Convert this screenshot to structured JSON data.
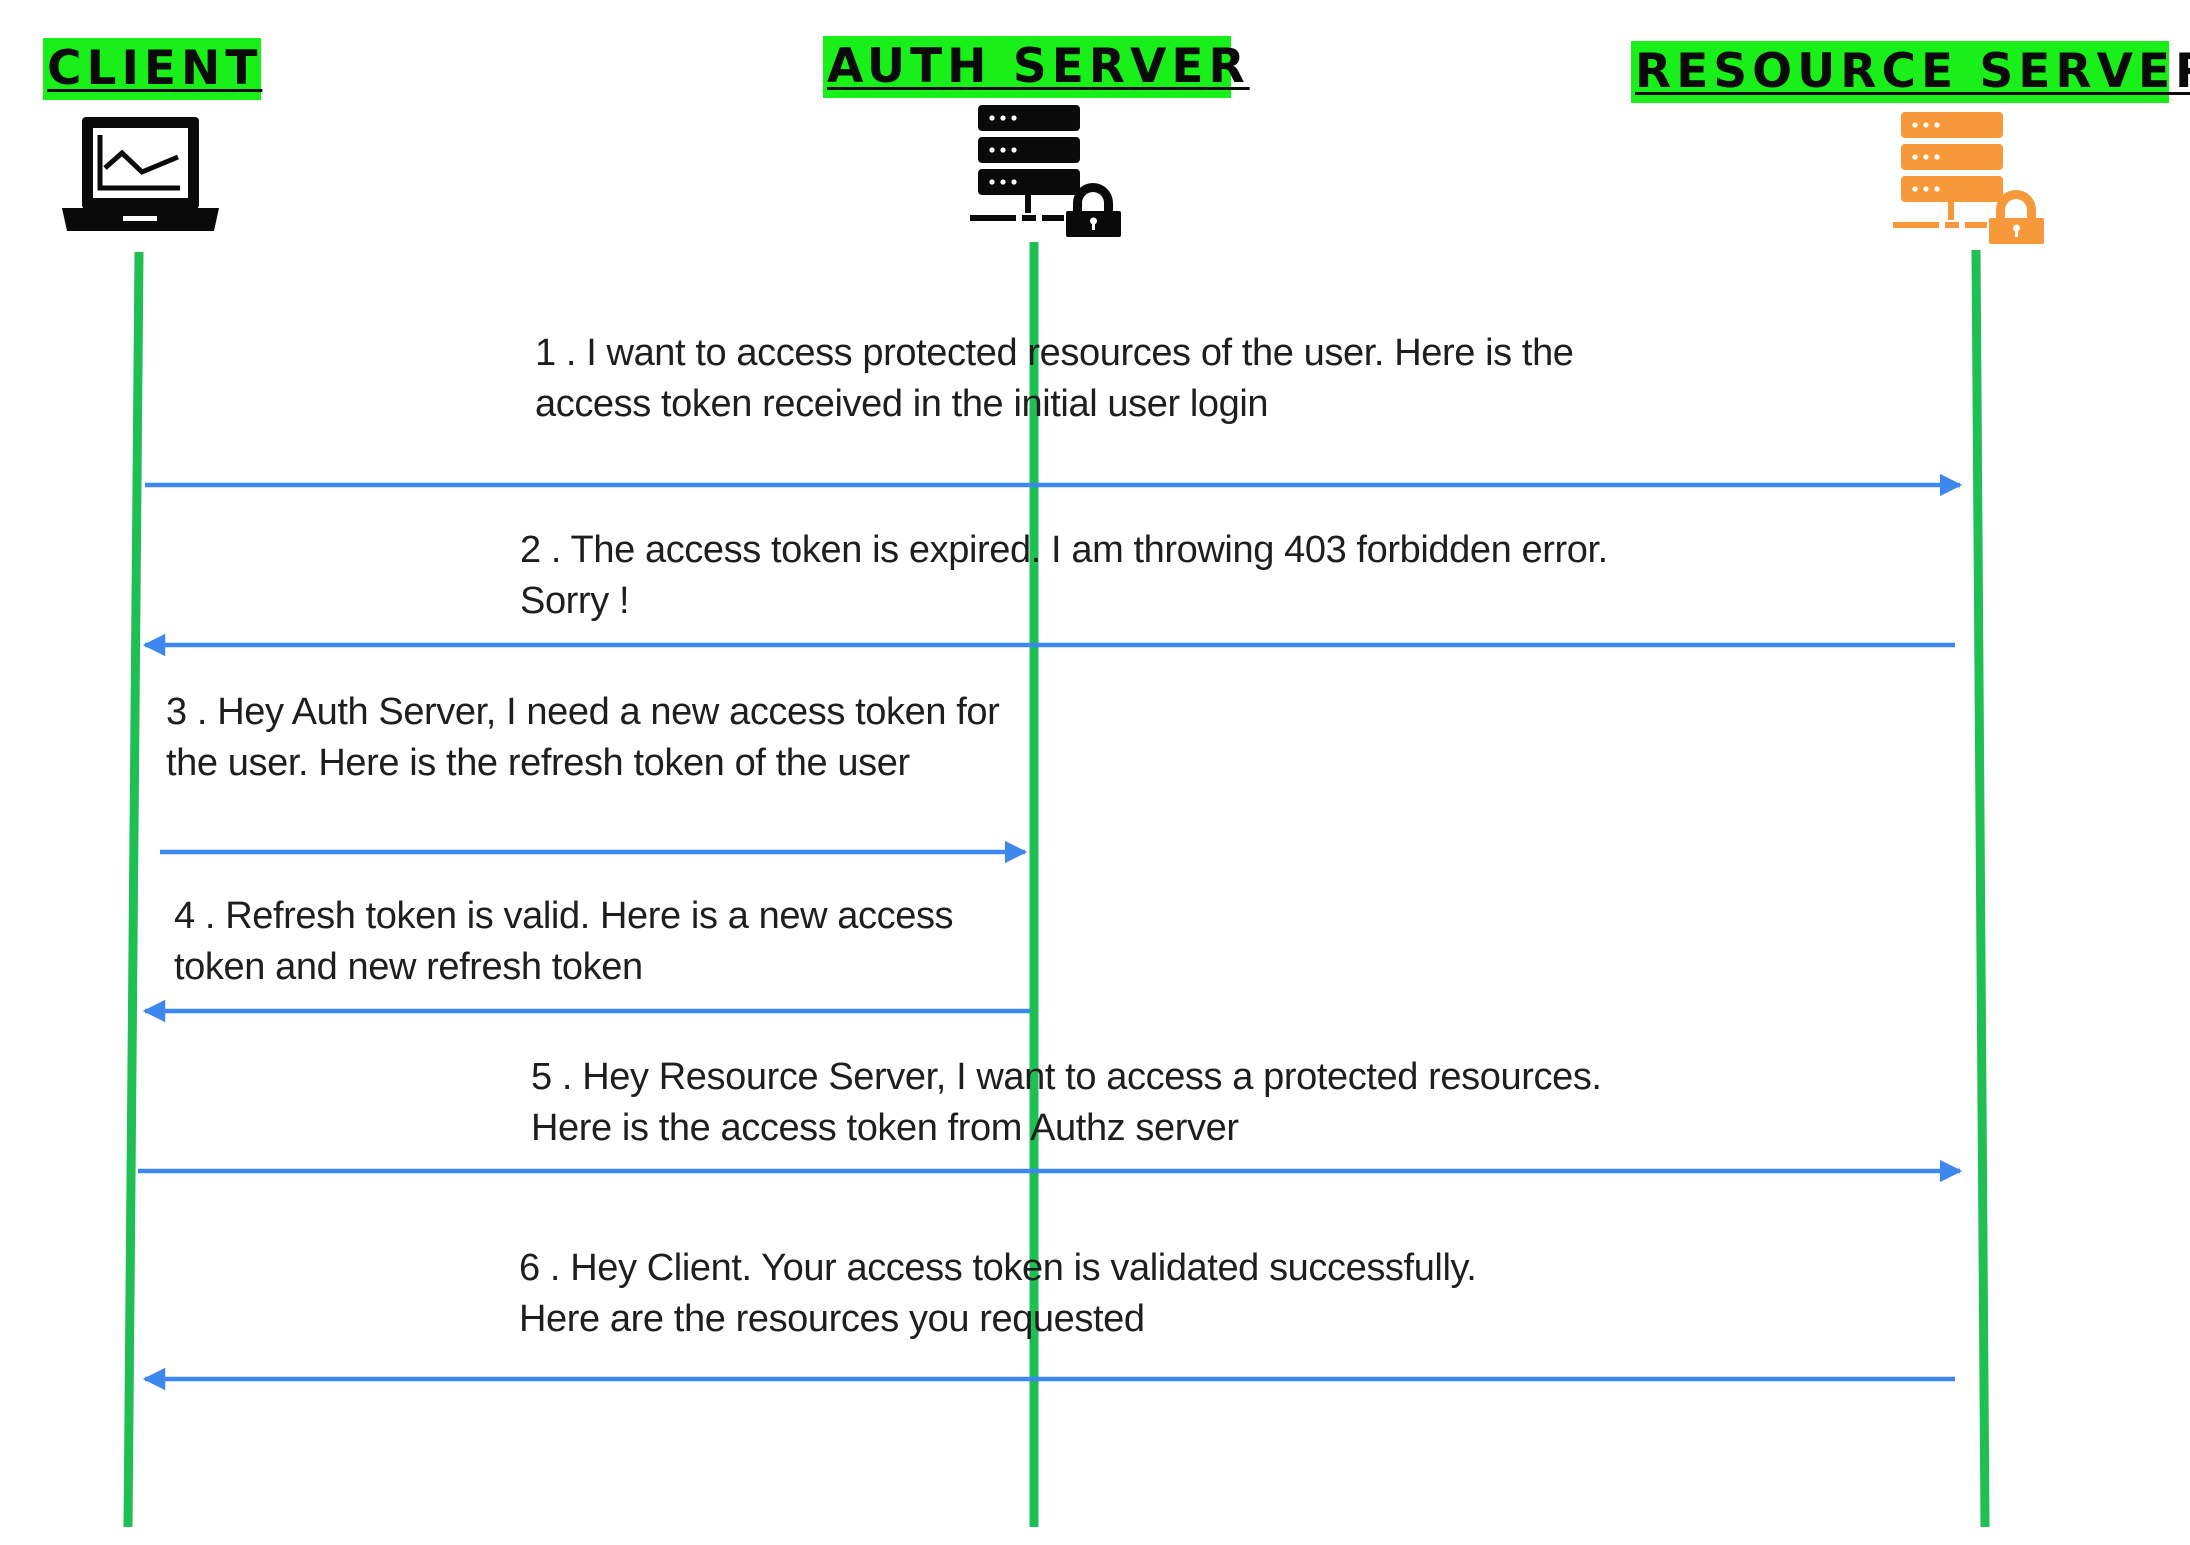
{
  "colors": {
    "lifeline": "#1fbf54",
    "label_bg": "#19f019",
    "arrow": "#3d87ee",
    "auth_icon": "#0a0a0a",
    "resource_icon": "#f7993a",
    "text": "#1e1e1e"
  },
  "actors": {
    "client": {
      "label": "CLIENT",
      "icon": "laptop-chart-icon"
    },
    "auth_server": {
      "label": "AUTH SERVER",
      "icon": "server-lock-icon"
    },
    "resource_server": {
      "label": "RESOURCE SERVER",
      "icon": "server-lock-icon"
    }
  },
  "messages": [
    {
      "from": "client",
      "to": "resource_server",
      "lines": [
        "1 . I want to access protected resources of the user. Here is the",
        "access token received in the initial user login"
      ]
    },
    {
      "from": "resource_server",
      "to": "client",
      "lines": [
        "2 . The access token is expired. I am throwing 403 forbidden error.",
        "Sorry !"
      ]
    },
    {
      "from": "client",
      "to": "auth_server",
      "lines": [
        "3 . Hey Auth Server, I need a new access token for",
        "the user. Here is the refresh token of the user"
      ]
    },
    {
      "from": "auth_server",
      "to": "client",
      "lines": [
        "4 . Refresh token is valid. Here is a new access",
        "token and new refresh token"
      ]
    },
    {
      "from": "client",
      "to": "resource_server",
      "lines": [
        "5 . Hey Resource Server,  I want to access a protected resources.",
        "Here is the access token from Authz server"
      ]
    },
    {
      "from": "resource_server",
      "to": "client",
      "lines": [
        "6 . Hey Client. Your access token is validated successfully.",
        "Here are the resources you requested"
      ]
    }
  ]
}
